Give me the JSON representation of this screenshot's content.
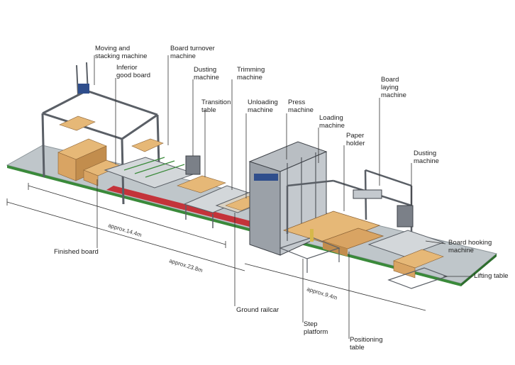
{
  "labels": {
    "moving_stacking": "Moving and\nstacking machine",
    "inferior_board": "Inferior\ngood board",
    "board_turnover": "Board turnover\nmachine",
    "dusting_1": "Dusting\nmachine",
    "transition_table": "Transition\ntable",
    "trimming": "Trimming\nmachine",
    "unloading": "Unloading\nmachine",
    "press": "Press\nmachine",
    "loading": "Loading\nmachine",
    "paper_holder": "Paper\nholder",
    "board_laying": "Board\nlaying\nmachine",
    "dusting_2": "Dusting\nmachine",
    "board_hooking": "Board hooking\nmachine",
    "lifting_table": "Lifting table",
    "finished_board": "Finished board",
    "ground_railcar": "Ground railcar",
    "step_platform": "Step\nplatform",
    "positioning_table": "Positioning\ntable"
  },
  "dimensions": {
    "d1": "approx.14.4m",
    "d2": "approx.23.8m",
    "d3": "approx.9.4m"
  },
  "colors": {
    "floor": "#bfc6ca",
    "floor_edge": "#3a8a3a",
    "wood": "#d9a463",
    "frame": "#5a5f66",
    "rail_red": "#c4333a",
    "press_blue": "#2f4e8c"
  }
}
